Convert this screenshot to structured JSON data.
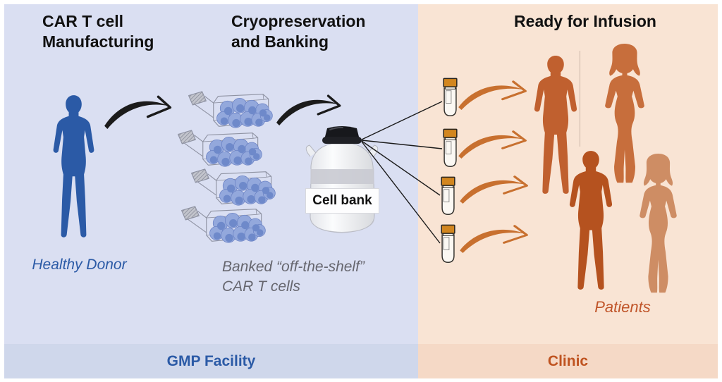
{
  "headings": {
    "manufacturing_line1": "CAR T cell",
    "manufacturing_line2": "Manufacturing",
    "cryo_line1": "Cryopreservation",
    "cryo_line2": "and Banking",
    "infusion": "Ready for Infusion"
  },
  "labels": {
    "donor": "Healthy Donor",
    "banked_line1": "Banked “off-the-shelf”",
    "banked_line2": "CAR T cells",
    "cell_bank": "Cell bank",
    "patients": "Patients",
    "gmp_band": "GMP Facility",
    "clinic_band": "Clinic"
  },
  "icons": {
    "donor_figure": "male-silhouette",
    "flask": "cell-culture-flask",
    "tank": "cryogenic-storage-dewar",
    "vial": "cryovial",
    "patient_figures": [
      "male-silhouette",
      "female-silhouette",
      "male-silhouette",
      "female-silhouette"
    ],
    "transfer_arrow": "curved-arrow"
  },
  "counts": {
    "flasks": 4,
    "vials": 4,
    "patients": 4
  },
  "colors": {
    "gmp_panel": "#dadff2",
    "gmp_band": "#cfd7eb",
    "clinic_panel": "#f9e4d4",
    "clinic_band": "#f5d9c6",
    "heading_text": "#111111",
    "donor_blue": "#2b5aa6",
    "gmp_text": "#2b5aa6",
    "clinic_text": "#bf5320",
    "patients_text": "#c0552a",
    "banked_text": "#66666e",
    "arrow_black": "#1b1b1b",
    "arrow_orange": "#c8702f",
    "patient_male_back": "#c0602f",
    "patient_female_back": "#c76e3c",
    "patient_male_front": "#b5521f",
    "patient_female_front": "#ce8d64",
    "vial_cap": "#d2861f",
    "cell_fill": "#93a8dc",
    "cell_core": "#6e89ca",
    "tank_cap": "#17181c",
    "tank_body": "#eef0f4"
  }
}
